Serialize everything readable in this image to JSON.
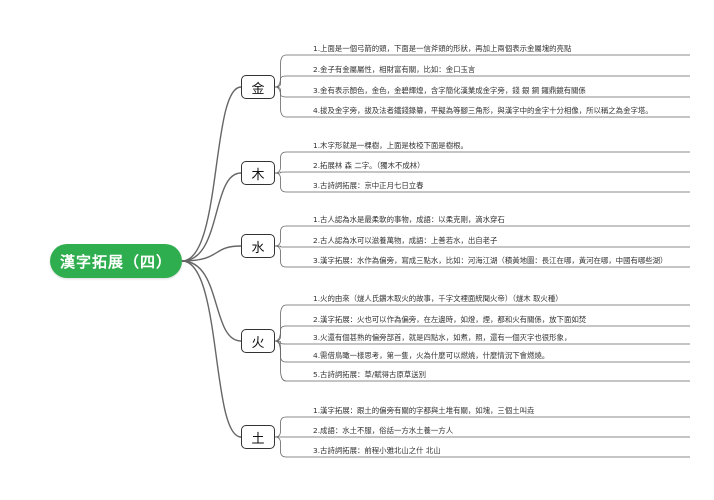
{
  "root": {
    "title": "漢字拓展（四）"
  },
  "branches": [
    {
      "id": "jin",
      "label": "金",
      "items": [
        "1.上面是一個弓箭的頭，下面是一信斧頭的形狀，再加上兩個表示金屬塊的亮點",
        "2.金子有金屬屬性，相財富有關，比如：金口玉言",
        "3.金有表示顏色，金色，金碧輝煌，含字簡化漢業成金字旁，錢 銀 鋼 鑼鼎鏡有關係",
        "4.拔及金字旁，拔及法者鐵錢錄纂，平擬為等腳三角形，與漢字中的金字十分相像，所以稱之為金字塔。"
      ]
    },
    {
      "id": "mu",
      "label": "木",
      "items": [
        "1.木字形就是一棵樹，上面是枝椏下面是樹根。",
        "2.拓展林 森 二字。（獨木不成林）",
        "3.古詩詞拓展：京中正月七日立春"
      ]
    },
    {
      "id": "shui",
      "label": "水",
      "items": [
        "1.古人認為水是最柔軟的事物，成語：以柔克剛，滴水穿石",
        "2.古人認為水可以滋養萬物，成語：上善若水，出自老子",
        "3.漢字拓展：水作為偏旁，寫成三點水，比如：河海江湖（積黃地圖：長江在哪，黃河在哪，中國有哪些湖）"
      ]
    },
    {
      "id": "huo",
      "label": "火",
      "items": [
        "1.火的由來（燧人氏鑽木取火的故事，千字文裡面統聞火帝）（燧木 取火種）",
        "2.漢字拓展：火也可以作為偏旁，在左邊時，如燈，煙，都和火有關係，放下面如焚",
        "3.火還有個甚熟的偏旁部首，就是四點水，如煮，照，還有一個灭字也很形象，",
        "4.需借鳥瞰一樣思考，第一隻，火為什麼可以燃燒，什麼情況下會燃燒。",
        "5.古詩詞拓展：草/賦得古原草送別"
      ]
    },
    {
      "id": "tu",
      "label": "土",
      "items": [
        "1.漢字拓展：跟土的偏旁有關的字都與土堆有關，如塊，三個土叫垚",
        "2.成語：水土不服，俗話一方水土養一方人",
        "3.古詩詞拓展：前程小雅北山之什 北山"
      ]
    }
  ],
  "colors": {
    "root_fill": "#2fae4f",
    "line": "#666666"
  }
}
